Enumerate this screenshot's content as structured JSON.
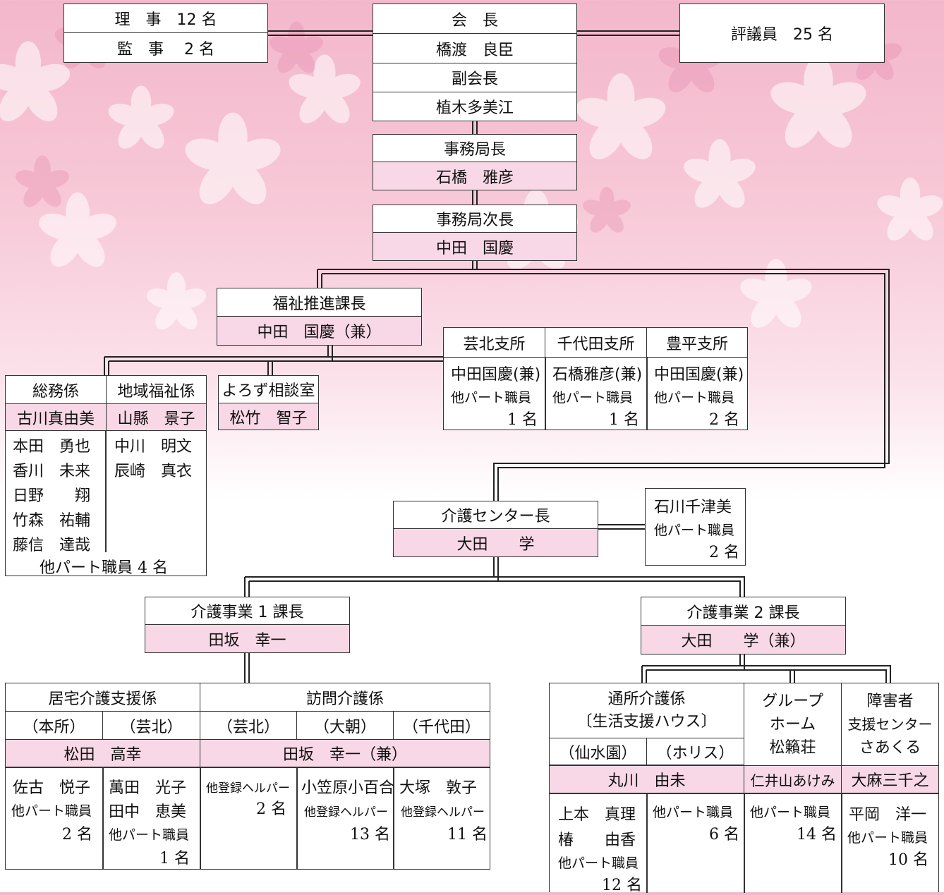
{
  "top_left": {
    "row1": "理　事　12 名",
    "row2": "監　事　 2 名"
  },
  "council": "評議員　25 名",
  "president": {
    "title": "会　長",
    "name": "橋渡　良臣",
    "vice_title": "副会長",
    "vice_name": "植木多美江"
  },
  "secretary_general": {
    "title": "事務局長",
    "name": "石橋　雅彦"
  },
  "deputy": {
    "title": "事務局次長",
    "name": "中田　国慶"
  },
  "welfare": {
    "title": "福祉推進課長",
    "name": "中田　国慶（兼）"
  },
  "soumu": {
    "title": "総務係",
    "head": "古川真由美",
    "members": [
      "本田　勇也",
      "香川　未来",
      "日野　　翔",
      "竹森　祐輔",
      "藤信　達哉"
    ],
    "footer": "他パート職員 4 名"
  },
  "chiiki": {
    "title": "地域福祉係",
    "head": "山縣　景子",
    "members": [
      "中川　明文",
      "辰崎　真衣"
    ]
  },
  "yorozu": {
    "title": "よろず相談室",
    "head": "松竹　智子"
  },
  "branches": [
    {
      "title": "芸北支所",
      "head": "中田国慶(兼)",
      "other": "他パート職員",
      "count": "1 名"
    },
    {
      "title": "千代田支所",
      "head": "石橋雅彦(兼)",
      "other": "他パート職員",
      "count": "1 名"
    },
    {
      "title": "豊平支所",
      "head": "中田国慶(兼)",
      "other": "他パート職員",
      "count": "2 名"
    }
  ],
  "care_center": {
    "title": "介護センター長",
    "name": "大田　　学"
  },
  "ishikawa": {
    "name": "石川千津美",
    "other": "他パート職員",
    "count": "2 名"
  },
  "care1": {
    "title": "介護事業 1 課長",
    "name": "田坂　幸一"
  },
  "care2": {
    "title": "介護事業 2 課長",
    "name": "大田　　学（兼）"
  },
  "kyotaku": {
    "title": "居宅介護支援係",
    "sub1": "（本所）",
    "sub2": "（芸北）",
    "head": "松田　高幸",
    "col1": [
      "佐古　悦子",
      "他パート職員",
      "2 名"
    ],
    "col2": [
      "萬田　光子",
      "田中　恵美",
      "他パート職員",
      "1 名"
    ]
  },
  "houmon": {
    "title": "訪問介護係",
    "sub1": "（芸北）",
    "sub2": "（大朝）",
    "sub3": "（千代田）",
    "head": "田坂　幸一（兼）",
    "col1": [
      "他登録ヘルパー",
      "2 名"
    ],
    "col2": [
      "小笠原小百合",
      "他登録ヘルパー",
      "13 名"
    ],
    "col3": [
      "大塚　敦子",
      "他登録ヘルパー",
      "11 名"
    ]
  },
  "tsusho": {
    "title1": "通所介護係",
    "title2": "〔生活支援ハウス〕",
    "sub1": "（仙水園）",
    "sub2": "（ホリス）",
    "head": "丸川　由未",
    "col1": [
      "上本　真理",
      "椿　　由香",
      "他パート職員",
      "12 名"
    ],
    "col2": [
      "他パート職員",
      "6 名"
    ]
  },
  "group": {
    "t1": "グループ",
    "t2": "ホーム",
    "t3": "松籟荘",
    "head": "仁井山あけみ",
    "col": [
      "他パート職員",
      "14 名"
    ]
  },
  "shogai": {
    "t1": "障害者",
    "t2": "支援センター",
    "t3": "さあくる",
    "head": "大麻三千之",
    "col": [
      "平岡　洋一",
      "他パート職員",
      "10 名"
    ]
  },
  "colors": {
    "pink": "#f8d8e6",
    "bg_top": "#f3b7cb"
  }
}
